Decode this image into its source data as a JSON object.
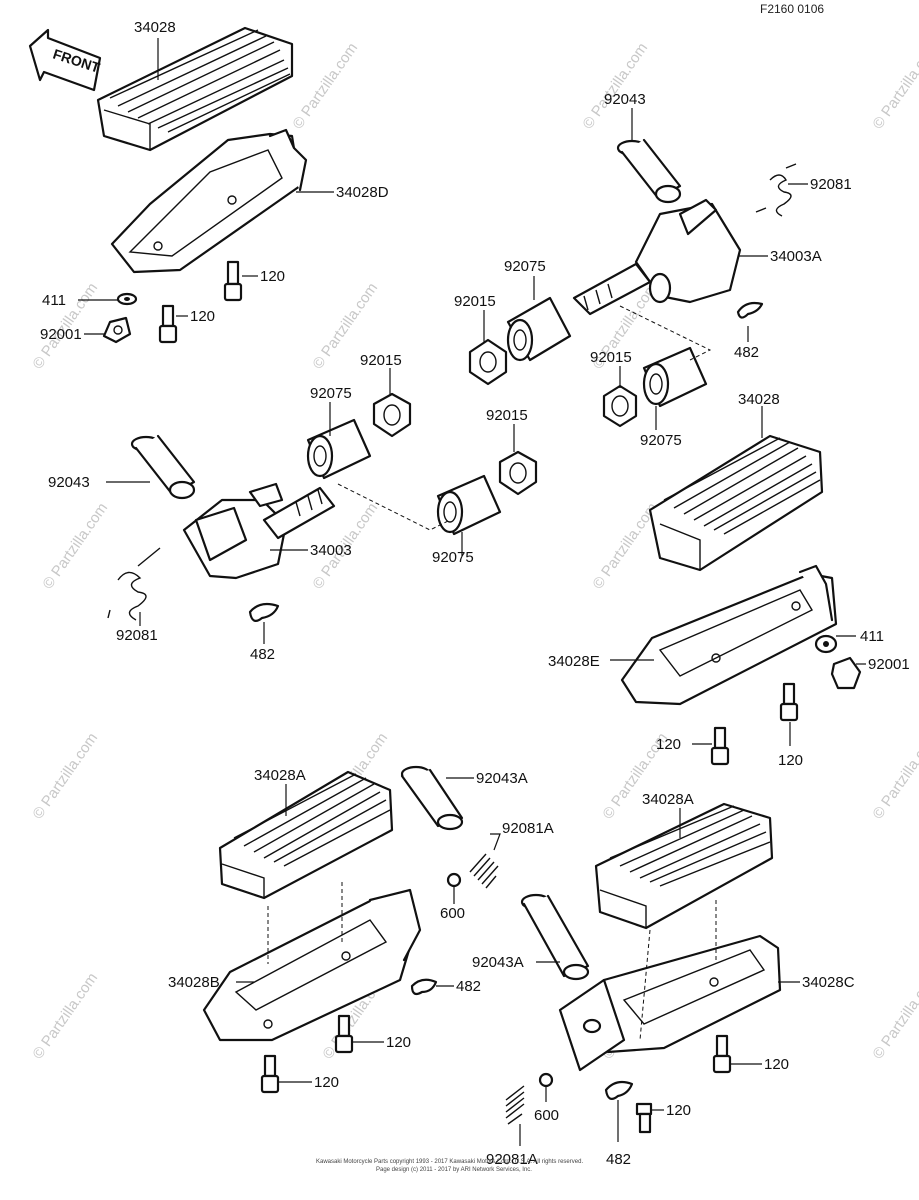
{
  "diagram_code": "F2160 0106",
  "front_label": "FRONT",
  "watermark": "© Partzilla.com",
  "copyright": [
    "Kawasaki Motorcycle Parts copyright 1993 - 2017 Kawasaki Motors Corp., U.S.A. All rights reserved.",
    "Page design (c) 2011 - 2017 by ARI Network Services, Inc."
  ],
  "labels": {
    "l_34028_top": "34028",
    "l_34028D": "34028D",
    "l_120_a": "120",
    "l_120_b": "120",
    "l_411_a": "411",
    "l_92001_a": "92001",
    "l_92043_top": "92043",
    "l_92081_top": "92081",
    "l_34003A": "34003A",
    "l_92075_a": "92075",
    "l_92015_a": "92015",
    "l_482_a": "482",
    "l_92015_b": "92015",
    "l_92075_b": "92075",
    "l_92015_c": "92015",
    "l_92075_c": "92075",
    "l_92043_left": "92043",
    "l_92015_d": "92015",
    "l_34003": "34003",
    "l_92075_d": "92075",
    "l_92081_left": "92081",
    "l_482_b": "482",
    "l_34028_right": "34028",
    "l_34028E": "34028E",
    "l_411_b": "411",
    "l_92001_b": "92001",
    "l_120_c": "120",
    "l_120_d": "120",
    "l_34028A_left": "34028A",
    "l_92043A_left": "92043A",
    "l_92081A_left": "92081A",
    "l_600_a": "600",
    "l_34028B": "34028B",
    "l_482_c": "482",
    "l_120_e": "120",
    "l_120_f": "120",
    "l_34028A_right": "34028A",
    "l_92043A_right": "92043A",
    "l_34028C": "34028C",
    "l_120_g": "120",
    "l_600_b": "600",
    "l_120_h": "120",
    "l_92081A_right": "92081A",
    "l_482_d": "482"
  }
}
